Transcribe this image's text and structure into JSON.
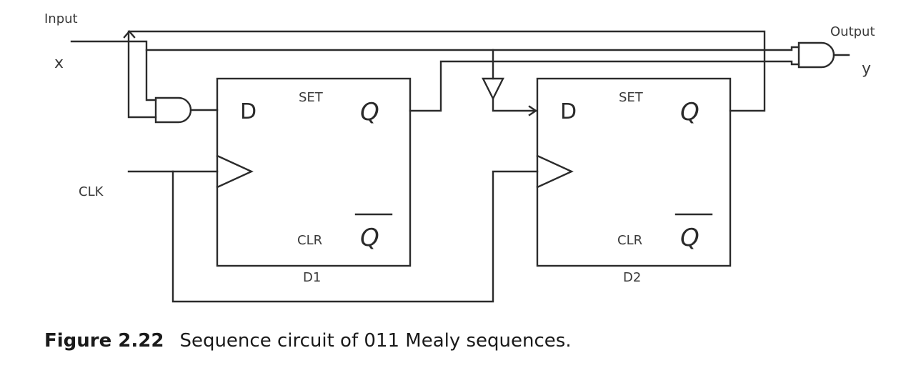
{
  "labels": {
    "input": "Input",
    "x": "x",
    "output": "Output",
    "y": "y",
    "clk": "CLK"
  },
  "flipflops": [
    {
      "name": "D1",
      "d": "D",
      "set": "SET",
      "q": "Q",
      "clr": "CLR",
      "qbar": "Q"
    },
    {
      "name": "D2",
      "d": "D",
      "set": "SET",
      "q": "Q",
      "clr": "CLR",
      "qbar": "Q"
    }
  ],
  "caption": {
    "number": "Figure 2.22",
    "text": "Sequence circuit of 011 Mealy sequences."
  },
  "colors": {
    "wire": "#2b2b2b",
    "text": "#3a3a3a"
  }
}
